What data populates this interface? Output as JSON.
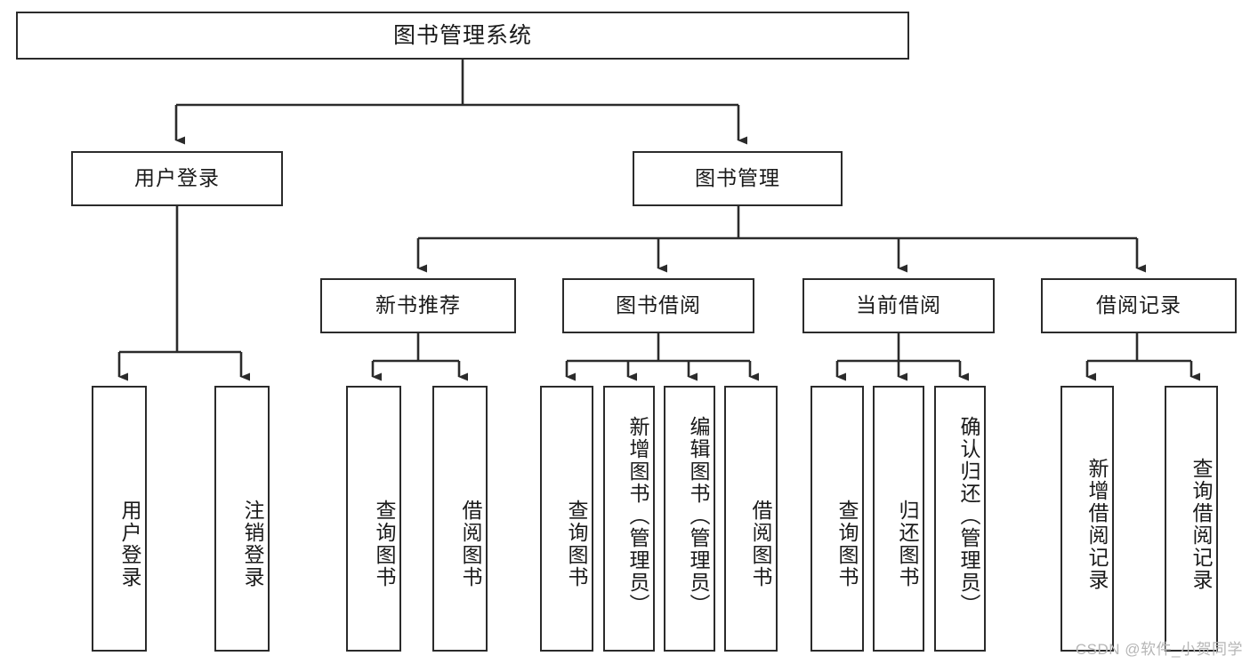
{
  "diagram": {
    "title": "图书管理系统",
    "type": "tree-hierarchy-chart",
    "root": {
      "id": "root",
      "label": "图书管理系统"
    },
    "level2": [
      {
        "id": "user-login",
        "label": "用户登录"
      },
      {
        "id": "book-manage",
        "label": "图书管理"
      }
    ],
    "level3": [
      {
        "id": "new-book-recommend",
        "label": "新书推荐"
      },
      {
        "id": "book-borrow",
        "label": "图书借阅"
      },
      {
        "id": "current-borrow",
        "label": "当前借阅"
      },
      {
        "id": "borrow-record",
        "label": "借阅记录"
      }
    ],
    "leaves": {
      "user_login": [
        {
          "id": "leaf-user-login",
          "label": "用户登录"
        },
        {
          "id": "leaf-user-logout",
          "label": "注销登录"
        }
      ],
      "new_book_recommend": [
        {
          "id": "leaf-query-book-1",
          "label": "查询图书"
        },
        {
          "id": "leaf-borrow-book-1",
          "label": "借阅图书"
        }
      ],
      "book_borrow": [
        {
          "id": "leaf-query-book-2",
          "label": "查询图书"
        },
        {
          "id": "leaf-add-book",
          "label": "新增图书（管理员）"
        },
        {
          "id": "leaf-edit-book",
          "label": "编辑图书（管理员）"
        },
        {
          "id": "leaf-borrow-book-2",
          "label": "借阅图书"
        }
      ],
      "current_borrow": [
        {
          "id": "leaf-query-book-3",
          "label": "查询图书"
        },
        {
          "id": "leaf-return-book",
          "label": "归还图书"
        },
        {
          "id": "leaf-confirm-return",
          "label": "确认归还（管理员）"
        }
      ],
      "borrow_record": [
        {
          "id": "leaf-add-record",
          "label": "新增借阅记录"
        },
        {
          "id": "leaf-query-record",
          "label": "查询借阅记录"
        }
      ]
    }
  },
  "watermark": {
    "text": "CSDN @软件_小贺同学"
  },
  "colors": {
    "border": "#2b2b2b",
    "background": "#ffffff",
    "text": "#1a1a1a",
    "watermark": "#b6b6b6"
  }
}
